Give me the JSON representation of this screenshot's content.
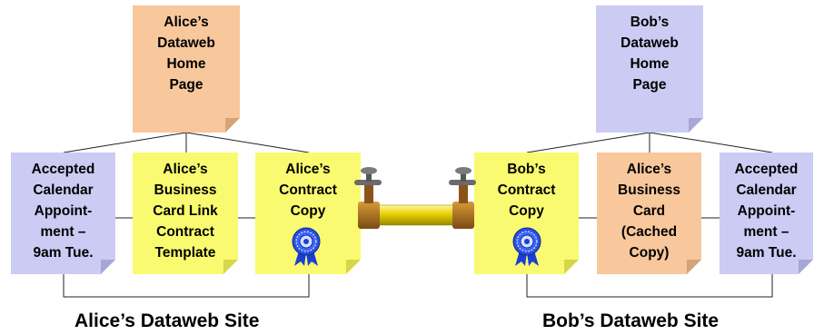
{
  "alice_site": {
    "home": "Alice’s\nDataweb\nHome\nPage",
    "calendar": "Accepted\nCalendar\nAppoint-\nment –\n9am Tue.",
    "business_card_link": "Alice’s\nBusiness\nCard Link\nContract\nTemplate",
    "contract_copy": "Alice’s\nContract\nCopy",
    "label": "Alice’s Dataweb Site"
  },
  "bob_site": {
    "home": "Bob’s\nDataweb\nHome\nPage",
    "contract_copy": "Bob’s\nContract\nCopy",
    "cached_card": "Alice’s\nBusiness\nCard\n(Cached\nCopy)",
    "calendar": "Accepted\nCalendar\nAppoint-\nment –\n9am Tue.",
    "label": "Bob’s Dataweb Site"
  },
  "colors": {
    "home_note": "#f8c79b",
    "bob_home_note": "#cccbf3",
    "yellow_note": "#fafa70",
    "seal_blue": "#1a3fd1",
    "pipe_gold": "#e8d000"
  },
  "icons": {
    "seal": "blue-ribbon-seal-icon",
    "valve": "pipe-valve-icon"
  }
}
